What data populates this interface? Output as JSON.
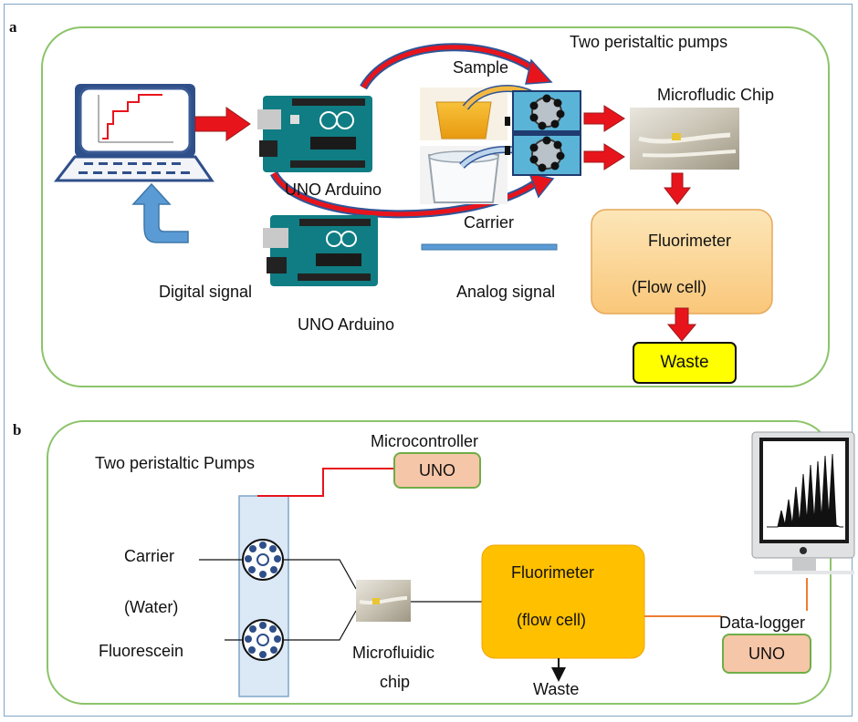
{
  "panel_a": {
    "letter": "a",
    "pumps_title": "Two peristaltic pumps",
    "sample_label": "Sample",
    "chip_label": "Microfludic Chip",
    "arduino_label_1": "UNO Arduino",
    "carrier_label": "Carrier",
    "fluorimeter_label": "Fluorimeter",
    "flowcell_label": "(Flow cell)",
    "digital_signal_label": "Digital signal",
    "analog_signal_label": "Analog signal",
    "arduino_label_2": "UNO Arduino",
    "waste_label": "Waste"
  },
  "panel_b": {
    "letter": "b",
    "pumps_title": "Two peristaltic Pumps",
    "microcontroller_label": "Microcontroller",
    "uno_label_1": "UNO",
    "carrier_label": "Carrier",
    "water_label": "(Water)",
    "fluorescein_label": "Fluorescein",
    "chip_label_1": "Microfluidic",
    "chip_label_2": "chip",
    "fluorimeter_label": "Fluorimeter",
    "flowcell_label": "(flow cell)",
    "waste_label": "Waste",
    "datalogger_label": "Data-logger",
    "uno_label_2": "UNO"
  },
  "colors": {
    "panel_border": "#8cc46a",
    "arrow_red": "#e8141c",
    "arrow_blue": "#5b9bd5",
    "fluorimeter_a": "#fcd596",
    "fluorimeter_b": "#ffc000",
    "uno_box": "#f6c6a8",
    "waste_box": "#ffff00",
    "pump_column": "#dbe8f6"
  },
  "icons": [
    "laptop-icon",
    "arduino-board-icon",
    "beaker-icon",
    "peristaltic-pump-icon",
    "microfluidic-chip-photo",
    "monitor-icon"
  ]
}
